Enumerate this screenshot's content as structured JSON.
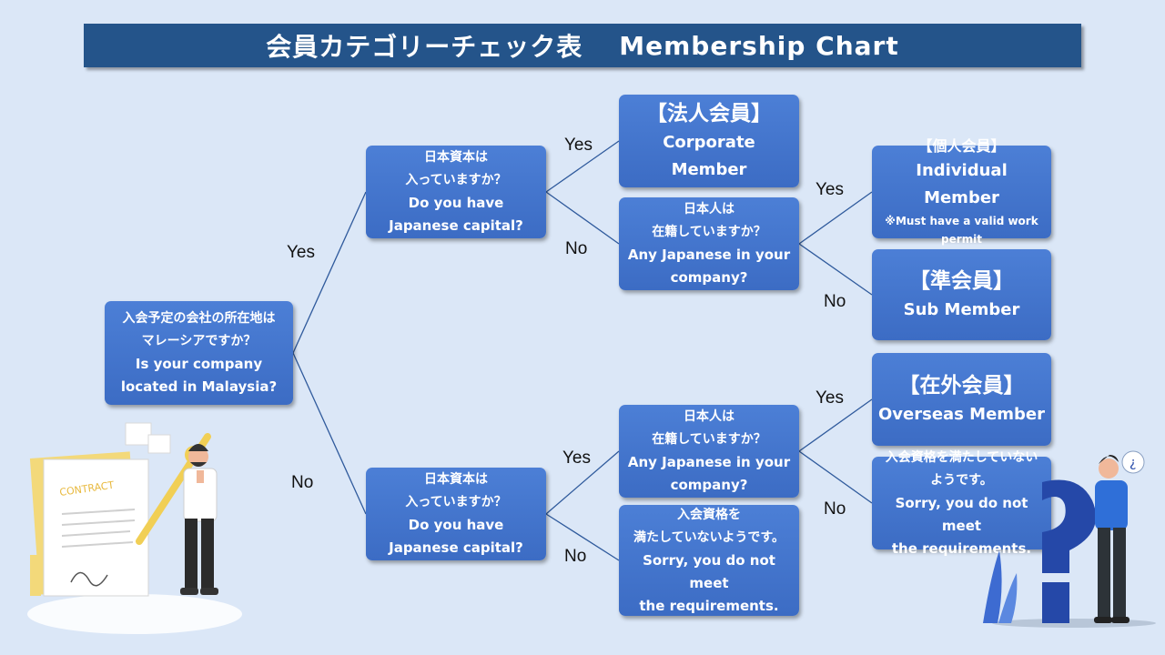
{
  "title": {
    "jp": "会員カテゴリーチェック表",
    "en": "Membership Chart"
  },
  "q_malaysia": {
    "jp1": "入会予定の会社の所在地は",
    "jp2": "マレーシアですか？",
    "en1": "Is your company",
    "en2": "located in Malaysia?"
  },
  "q_capital_top": {
    "jp1": "日本資本は",
    "jp2": "入っていますか？",
    "en1": "Do you have",
    "en2": "Japanese capital?"
  },
  "q_capital_bottom": {
    "jp1": "日本資本は",
    "jp2": "入っていますか？",
    "en1": "Do you have",
    "en2": "Japanese capital?"
  },
  "q_japanese_top": {
    "jp1": "日本人は",
    "jp2": "在籍していますか？",
    "en1": "Any Japanese in your",
    "en2": "company?"
  },
  "q_japanese_bottom": {
    "jp1": "日本人は",
    "jp2": "在籍していますか？",
    "en1": "Any Japanese in your",
    "en2": "company?"
  },
  "r_corporate": {
    "jp": "【法人会員】",
    "en": "Corporate Member"
  },
  "r_individual": {
    "jp": "【個人会員】",
    "en": "Individual Member",
    "note1": "※Must have a valid work",
    "note2": "permit"
  },
  "r_sub": {
    "jp": "【準会員】",
    "en": "Sub Member"
  },
  "r_overseas": {
    "jp": "【在外会員】",
    "en": "Overseas Member"
  },
  "r_notmet_right": {
    "jp1": "入会資格を満たしていない",
    "jp2": "ようです。",
    "en1": "Sorry, you do not meet",
    "en2": "the requirements."
  },
  "r_notmet_bottom": {
    "jp1": "入会資格を",
    "jp2": "満たしていないようです。",
    "en1": "Sorry, you do not meet",
    "en2": "the requirements."
  },
  "labels": {
    "m_yes": "Yes",
    "m_no": "No",
    "ct_yes": "Yes",
    "ct_no": "No",
    "jt_yes": "Yes",
    "jt_no": "No",
    "cb_yes": "Yes",
    "cb_no": "No",
    "jb_yes": "Yes",
    "jb_no": "No"
  },
  "illustration": {
    "contract_text": "CONTRACT"
  },
  "colors": {
    "background": "#dbe7f7",
    "title_bar": "#24548a",
    "box": "#4272c9",
    "connector": "#2f5a9c"
  }
}
